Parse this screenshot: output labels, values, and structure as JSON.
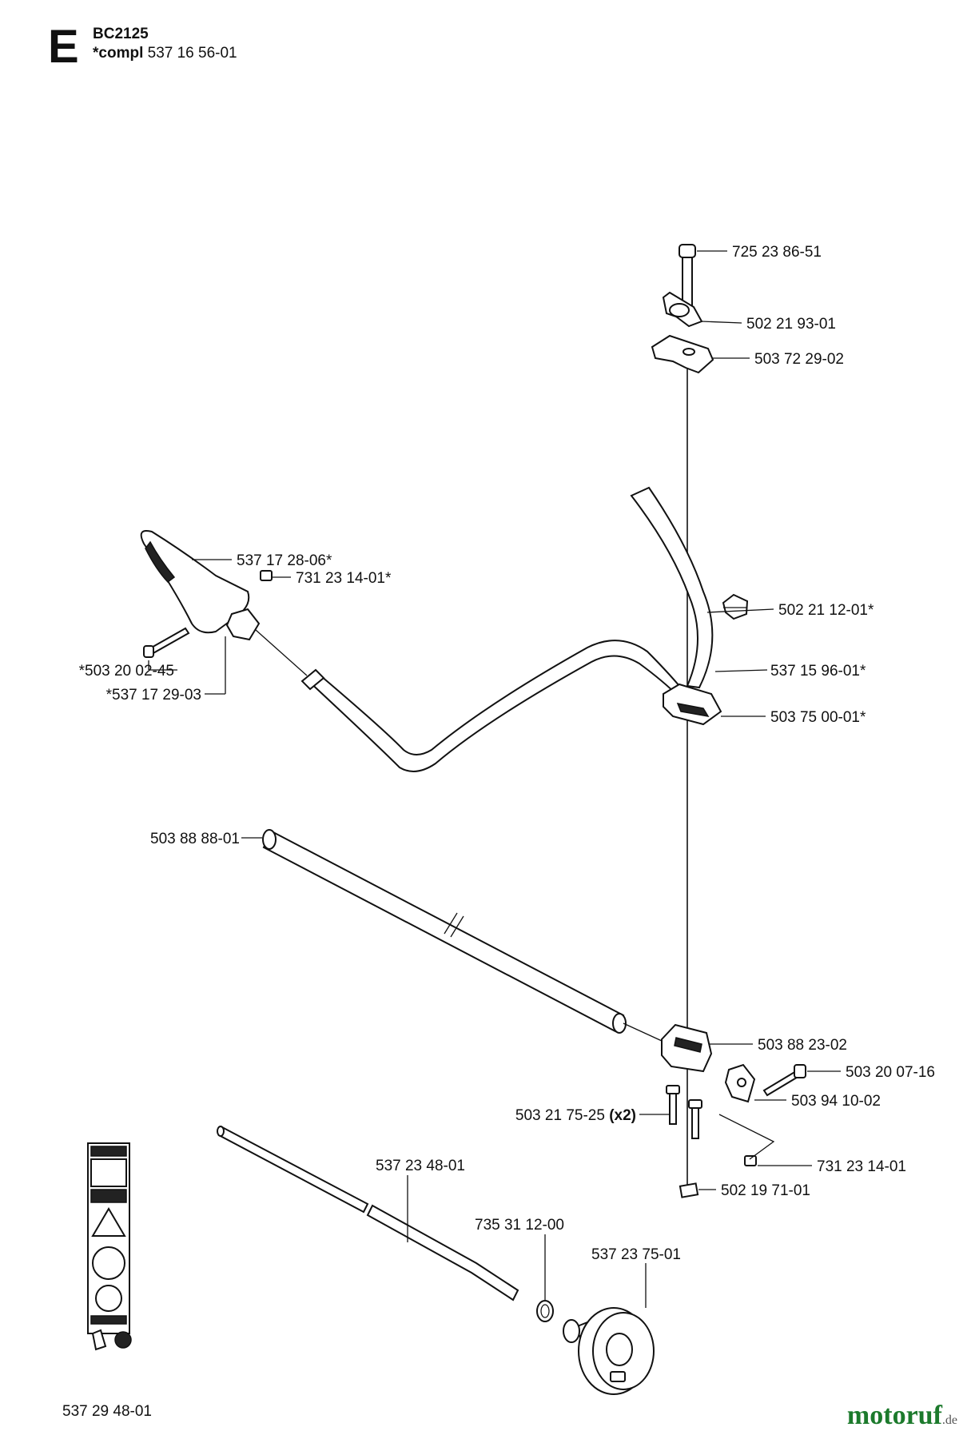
{
  "header": {
    "section_letter": "E",
    "model": "BC2125",
    "compl_prefix": "*compl",
    "compl_number": "537 16 56-01"
  },
  "parts": [
    {
      "id": "bolt-top",
      "number": "725 23 86-51"
    },
    {
      "id": "knob-top",
      "number": "502 21 93-01"
    },
    {
      "id": "clamp-cap-top",
      "number": "503 72 29-02"
    },
    {
      "id": "grip",
      "number": "537 17 28-06*"
    },
    {
      "id": "nut-grip",
      "number": "731 23 14-01*"
    },
    {
      "id": "knob-handle",
      "number": "502 21 12-01*"
    },
    {
      "id": "screw-grip",
      "number": "*503 20 02-45"
    },
    {
      "id": "handlebar",
      "number": "537 15 96-01*"
    },
    {
      "id": "switch-holder",
      "number": "*537 17 29-03"
    },
    {
      "id": "clamp-bottom-upper",
      "number": "503 75 00-01*"
    },
    {
      "id": "shaft-tube",
      "number": "503 88 88-01"
    },
    {
      "id": "handle-bracket",
      "number": "503 88 23-02"
    },
    {
      "id": "screw-bracket",
      "number": "503 20 07-16"
    },
    {
      "id": "clamp-side",
      "number": "503 94 10-02"
    },
    {
      "id": "screws-bottom",
      "number": "503 21 75-25",
      "qty": "(x2)"
    },
    {
      "id": "nut-bottom",
      "number": "731 23 14-01"
    },
    {
      "id": "square-nut",
      "number": "502 19 71-01"
    },
    {
      "id": "drive-shaft",
      "number": "537 23 48-01"
    },
    {
      "id": "o-ring",
      "number": "735 31 12-00"
    },
    {
      "id": "clutch-drum",
      "number": "537 23 75-01"
    },
    {
      "id": "decal-kit",
      "number": "537 29 48-01"
    }
  ],
  "logo": {
    "text": "motoruf",
    "suffix": ".de"
  }
}
